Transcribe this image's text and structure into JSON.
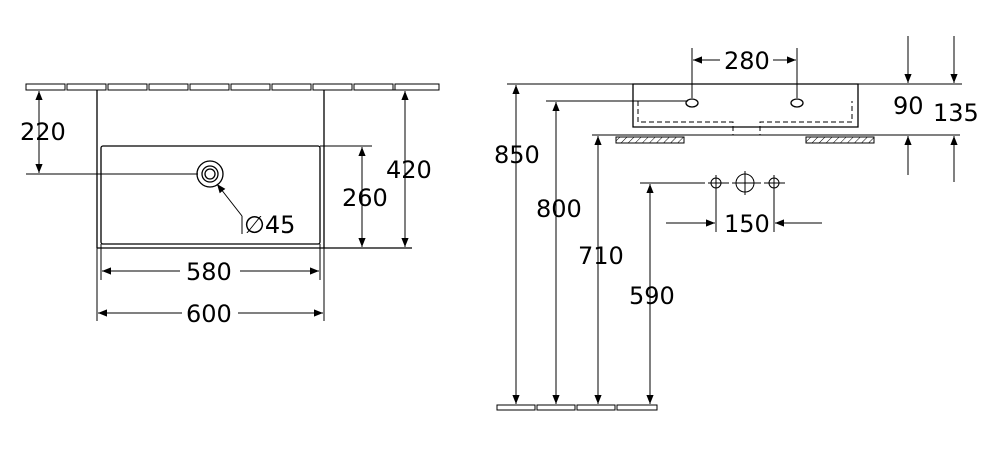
{
  "top_view": {
    "dim_depth_to_hole": "220",
    "dim_bowl_depth": "260",
    "dim_total_depth": "420",
    "dim_hole_diameter": "∅45",
    "dim_bowl_width": "580",
    "dim_total_width": "600"
  },
  "side_view": {
    "dim_hole_spacing": "280",
    "dim_height_90": "90",
    "dim_height_135": "135",
    "dim_height_850": "850",
    "dim_height_800": "800",
    "dim_height_710": "710",
    "dim_height_590": "590",
    "dim_tap_spacing": "150"
  }
}
